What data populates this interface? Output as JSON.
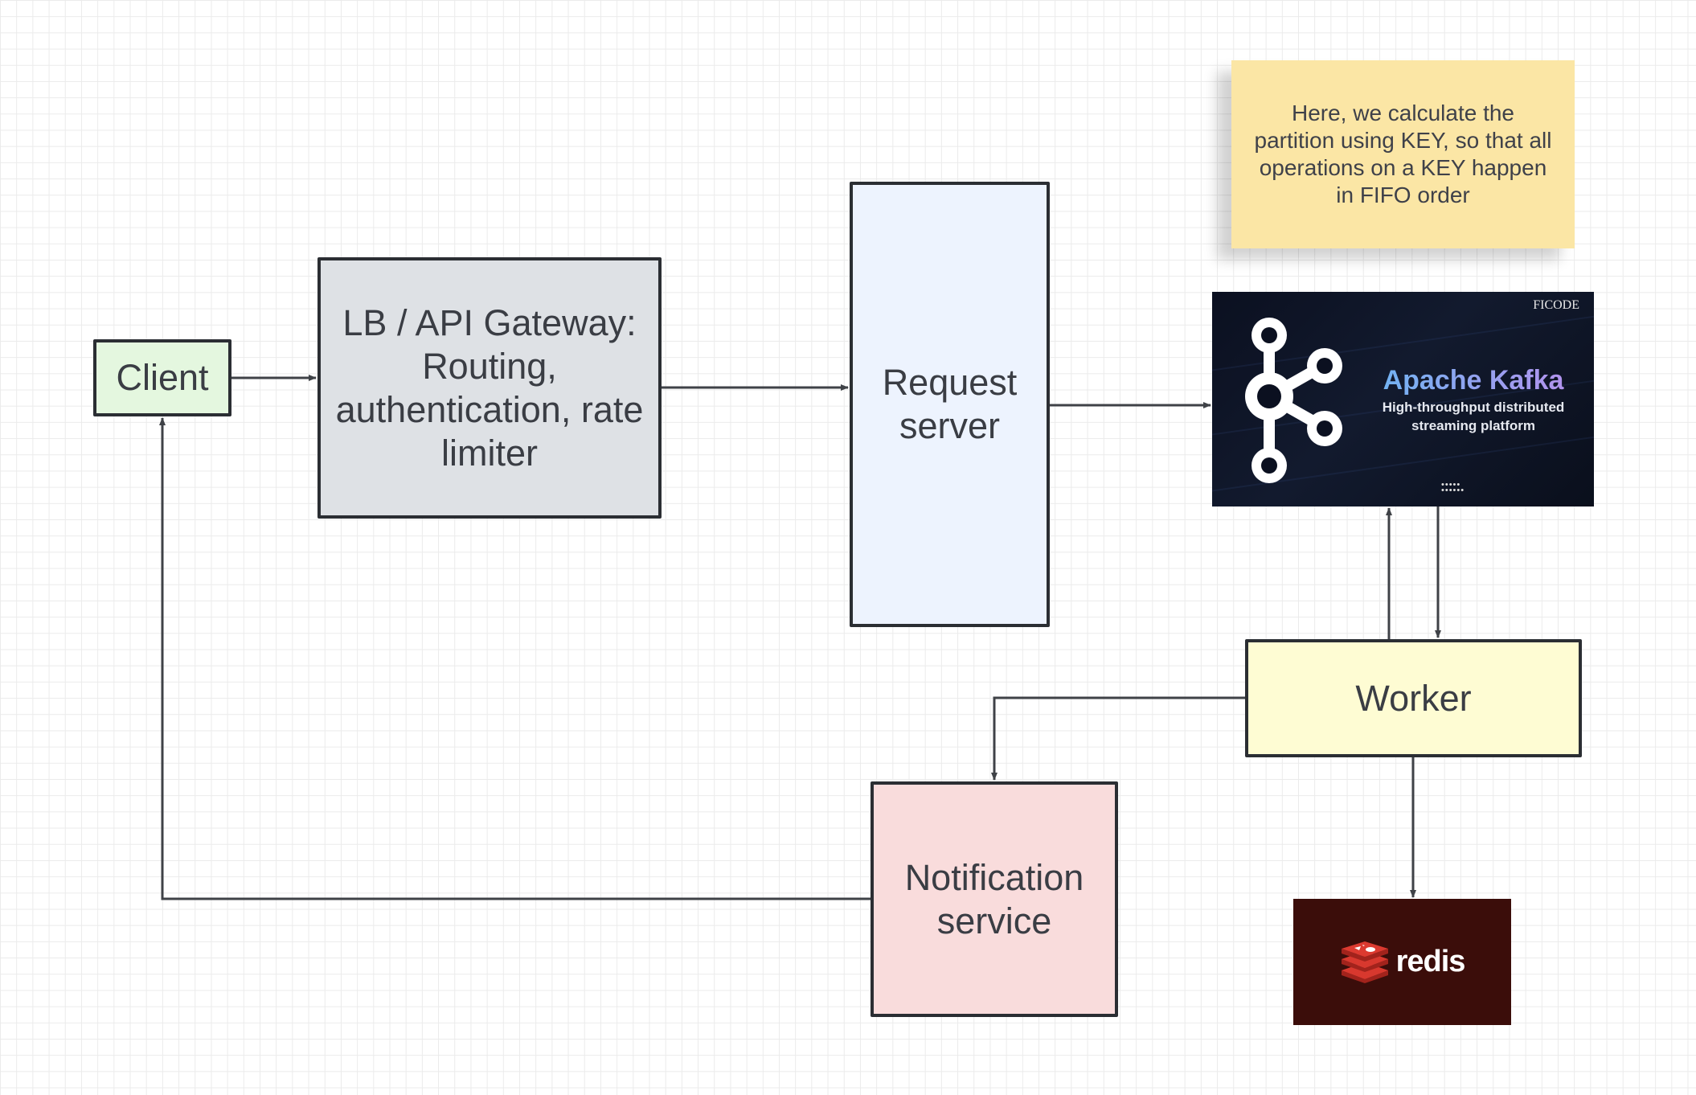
{
  "nodes": {
    "client": {
      "label": "Client"
    },
    "gateway": {
      "label": "LB / API Gateway: Routing, authentication, rate limiter"
    },
    "request_server": {
      "label": "Request server"
    },
    "worker": {
      "label": "Worker"
    },
    "notification_service": {
      "label": "Notification service"
    }
  },
  "note": {
    "text": "Here, we calculate the partition using KEY, so that all operations on a KEY happen in FIFO order"
  },
  "kafka": {
    "title": "Apache Kafka",
    "subtitle": "High-throughput distributed streaming platform",
    "brand": "FICODE",
    "icon": "kafka-logo-icon"
  },
  "redis": {
    "wordmark": "redis",
    "icon": "redis-stack-icon"
  },
  "colors": {
    "client": "#e4f7df",
    "gateway": "#dee1e5",
    "request_server": "#edf3fe",
    "worker": "#fefcd3",
    "notification_service": "#f9dcdc",
    "note": "#fbe6a5",
    "redis": "#3b0d0a",
    "edge": "#3f4247"
  },
  "edges": [
    {
      "from": "Client",
      "to": "LB / API Gateway"
    },
    {
      "from": "LB / API Gateway",
      "to": "Request server"
    },
    {
      "from": "Request server",
      "to": "Apache Kafka"
    },
    {
      "from": "Worker",
      "to": "Apache Kafka"
    },
    {
      "from": "Apache Kafka",
      "to": "Worker"
    },
    {
      "from": "Worker",
      "to": "Notification service"
    },
    {
      "from": "Worker",
      "to": "redis"
    },
    {
      "from": "Notification service",
      "to": "Client"
    }
  ]
}
